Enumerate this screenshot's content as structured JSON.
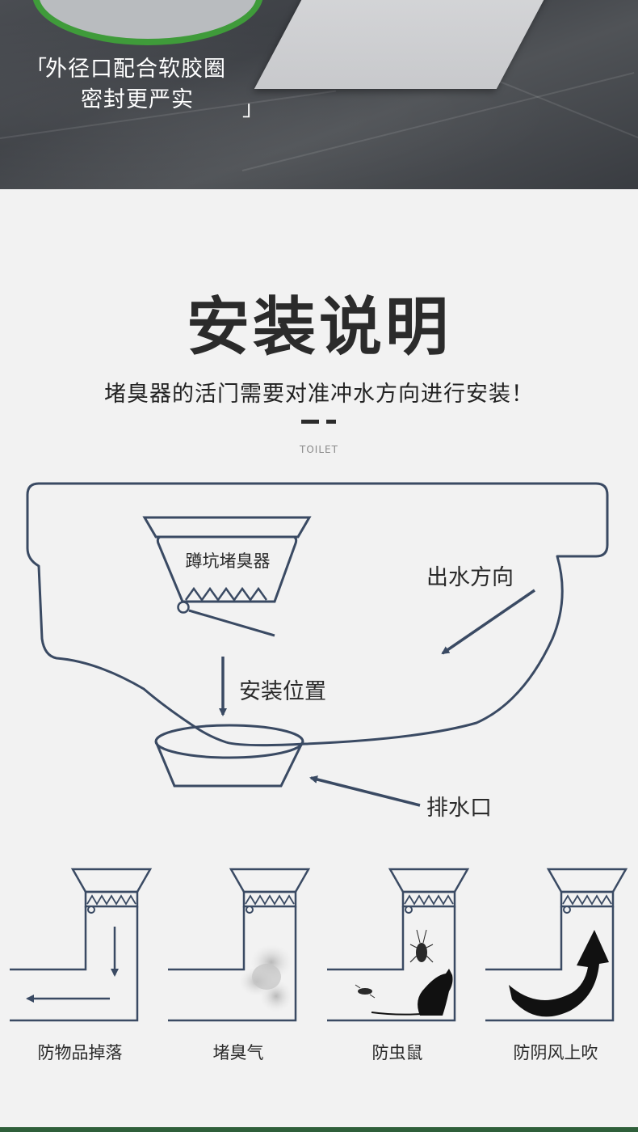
{
  "hero": {
    "caption_line1": "外径口配合软胶圈",
    "caption_line2": "密封更严实",
    "bracket_open": "「",
    "bracket_close": "」"
  },
  "section": {
    "title": "安装说明",
    "subtitle": "堵臭器的活门需要对准冲水方向进行安装！",
    "tag": "TOILET"
  },
  "diagram": {
    "device_label": "蹲坑堵臭器",
    "flow_label": "出水方向",
    "install_label": "安装位置",
    "drain_label": "排水口"
  },
  "features": [
    {
      "label": "防物品掉落",
      "icon": "falling-object-arrows-icon"
    },
    {
      "label": "堵臭气",
      "icon": "smoke-cloud-icon"
    },
    {
      "label": "防虫鼠",
      "icon": "rat-cockroach-icon"
    },
    {
      "label": "防阴风上吹",
      "icon": "upward-curved-arrow-icon"
    }
  ],
  "colors": {
    "line": "#3a4a63",
    "accent_green": "#3f9b3a",
    "text": "#2a2a2a"
  }
}
